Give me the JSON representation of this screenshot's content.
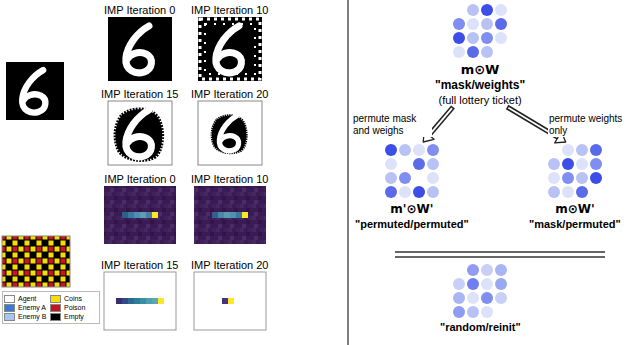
{
  "diagram": {
    "nodes": [
      {
        "text": [
          "IMP Iteration 0"
        ]
      },
      {
        "text": [
          "IMP Iteration 10"
        ]
      },
      {
        "text": [
          "IMP Iteration 15"
        ]
      },
      {
        "text": [
          "IMP Iteration 20"
        ]
      },
      {
        "text": [
          "IMP Iteration 0"
        ]
      },
      {
        "text": [
          "IMP Iteration 10"
        ]
      },
      {
        "text": [
          "IMP Iteration 15"
        ]
      },
      {
        "text": [
          "IMP Iteration 20"
        ]
      },
      {
        "text": [
          "m⊙W",
          "\"mask/weights\"",
          "(full lottery ticket)"
        ]
      },
      {
        "text": [
          "m'⊙W'",
          "\"permuted/permuted\""
        ]
      },
      {
        "text": [
          "m⊙W'",
          "\"mask/permuted\""
        ]
      },
      {
        "text": [
          "\"random/reinit\""
        ]
      }
    ],
    "edges": [
      {
        "from": 8,
        "to": 9,
        "arrow": "to",
        "label": "permute mask and weighs"
      },
      {
        "from": 8,
        "to": 10,
        "arrow": "to",
        "label": "permute weights only"
      }
    ],
    "legend": [
      {
        "text": "Agent",
        "color": "#ffffff"
      },
      {
        "text": "Enemy A",
        "color": "#3a78d6"
      },
      {
        "text": "Enemy B",
        "color": "#a9c6f0"
      },
      {
        "text": "Coins",
        "color": "#f4e000"
      },
      {
        "text": "Poison",
        "color": "#c8141e"
      },
      {
        "text": "Empty",
        "color": "#000000"
      }
    ]
  }
}
